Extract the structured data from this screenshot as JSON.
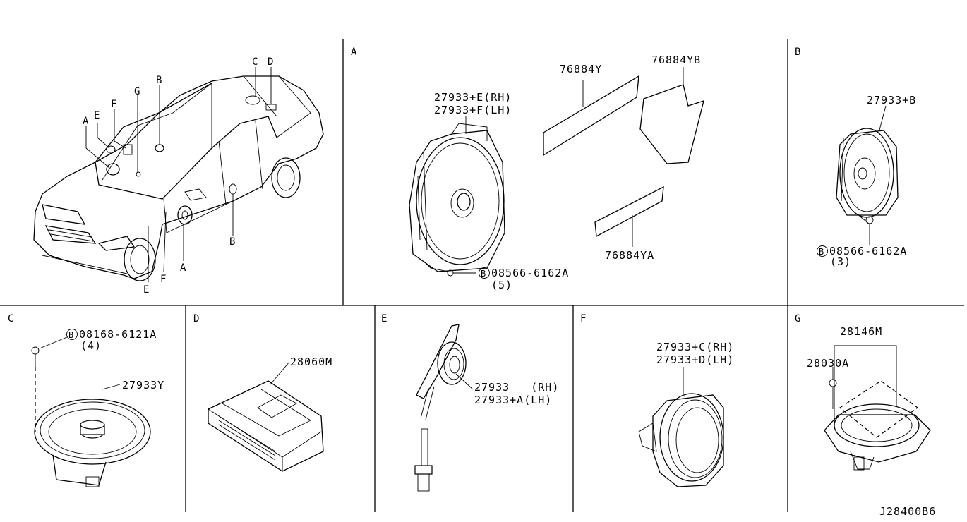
{
  "sections": {
    "A": "A",
    "B": "B",
    "C": "C",
    "D": "D",
    "E": "E",
    "F": "F",
    "G": "G"
  },
  "car_callouts": {
    "a_top": "A",
    "e_top": "E",
    "f_top": "F",
    "g_top": "G",
    "b_top": "B",
    "c_top": "C",
    "d_top": "D",
    "b_side": "B",
    "a_bottom": "A",
    "e_bottom": "E",
    "f_bottom": "F"
  },
  "panel_a": {
    "part_1": "27933+E(RH)",
    "part_2": "27933+F(LH)",
    "film_1": "76884Y",
    "film_2": "76884YB",
    "film_3": "76884YA",
    "bolt_symbol": "B",
    "bolt_part": "08566-6162A",
    "bolt_qty": "(5)"
  },
  "panel_b": {
    "part": "27933+B",
    "bolt_symbol": "B",
    "bolt_part": "08566-6162A",
    "bolt_qty": "(3)"
  },
  "panel_c": {
    "bolt_symbol": "B",
    "bolt_part": "08168-6121A",
    "bolt_qty": "(4)",
    "part": "27933Y"
  },
  "panel_d": {
    "part": "28060M"
  },
  "panel_e": {
    "part_1": "27933   (RH)",
    "part_2": "27933+A(LH)"
  },
  "panel_f": {
    "part_1": "27933+C(RH)",
    "part_2": "27933+D(LH)"
  },
  "panel_g": {
    "part_1": "28146M",
    "part_2": "28030A"
  },
  "diagram_id": "J28400B6"
}
